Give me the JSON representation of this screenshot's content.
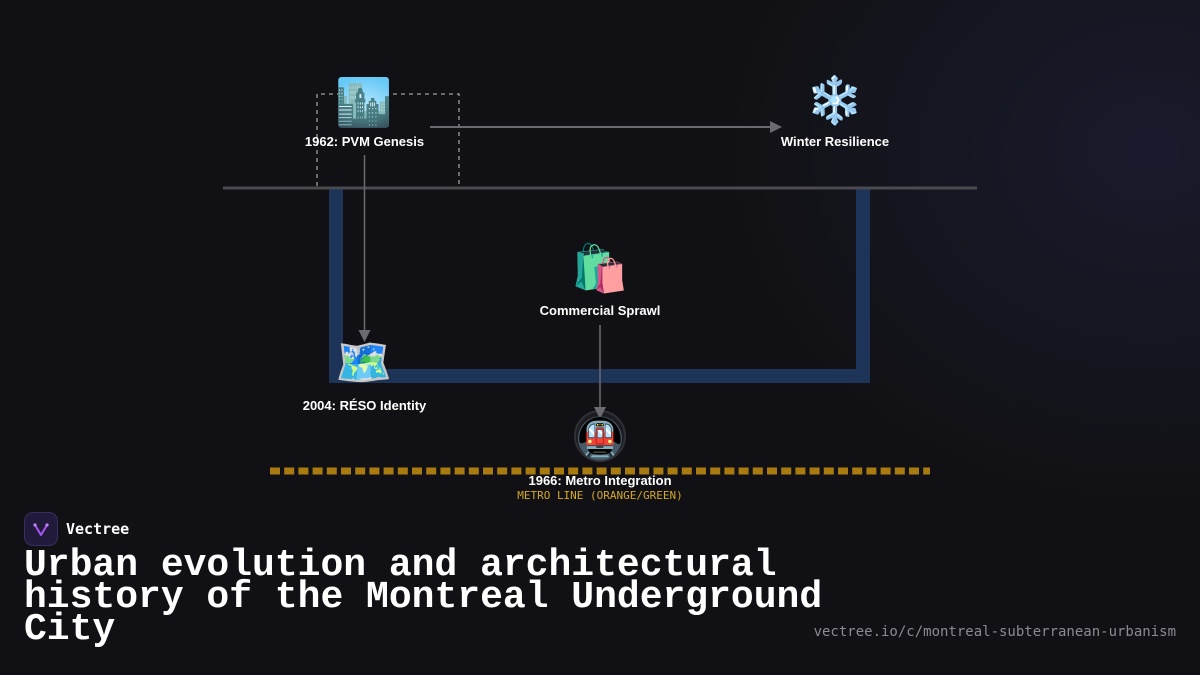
{
  "brand": {
    "name": "Vectree",
    "logo_icon": "vectree-logo-icon",
    "logo_color": "#a855f7"
  },
  "title": "Urban evolution and architectural history of the Montreal Underground City",
  "url": "vectree.io/c/montreal-subterranean-urbanism",
  "diagram": {
    "nodes": [
      {
        "id": "pvm",
        "icon": "🏙️",
        "icon_name": "cityscape-icon",
        "label": "1962: PVM Genesis"
      },
      {
        "id": "winter",
        "icon": "❄️",
        "icon_name": "snowflake-icon",
        "label": "Winter Resilience"
      },
      {
        "id": "commercial",
        "icon": "🛍️",
        "icon_name": "shopping-bags-icon",
        "label": "Commercial Sprawl"
      },
      {
        "id": "reso",
        "icon": "🗺️",
        "icon_name": "world-map-icon",
        "label": "2004: RÉSO Identity"
      },
      {
        "id": "metro",
        "icon": "🚇",
        "icon_name": "metro-train-icon",
        "label": "1966: Metro Integration",
        "sublabel": "METRO LINE (ORANGE/GREEN)"
      }
    ],
    "edges": [
      {
        "from": "pvm",
        "to": "winter"
      },
      {
        "from": "pvm",
        "to": "reso"
      },
      {
        "from": "commercial",
        "to": "metro"
      }
    ],
    "colors": {
      "ground_line": "#4a4a50",
      "underground_loop": "#1e3358",
      "metro_line": "#a87a10",
      "arrow": "#6a6a70",
      "accent_text": "#d4a82a",
      "background": "#111115"
    }
  }
}
